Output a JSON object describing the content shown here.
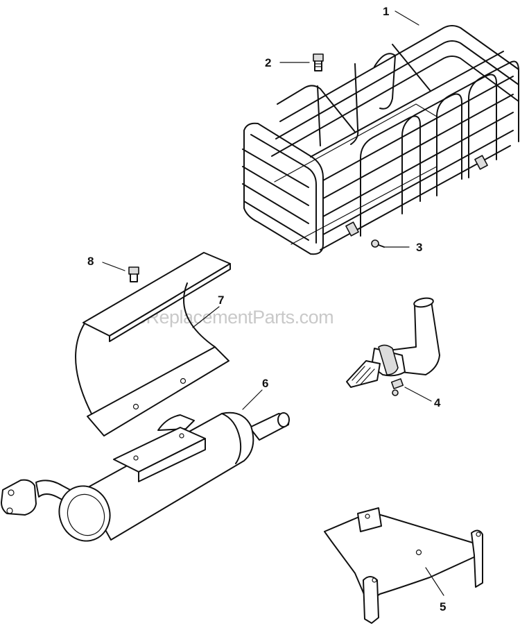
{
  "watermark": "eReplacementParts.com",
  "callouts": [
    {
      "id": "1",
      "label": "1"
    },
    {
      "id": "2",
      "label": "2"
    },
    {
      "id": "3",
      "label": "3"
    },
    {
      "id": "4",
      "label": "4"
    },
    {
      "id": "5",
      "label": "5"
    },
    {
      "id": "6",
      "label": "6"
    },
    {
      "id": "7",
      "label": "7"
    },
    {
      "id": "8",
      "label": "8"
    }
  ]
}
